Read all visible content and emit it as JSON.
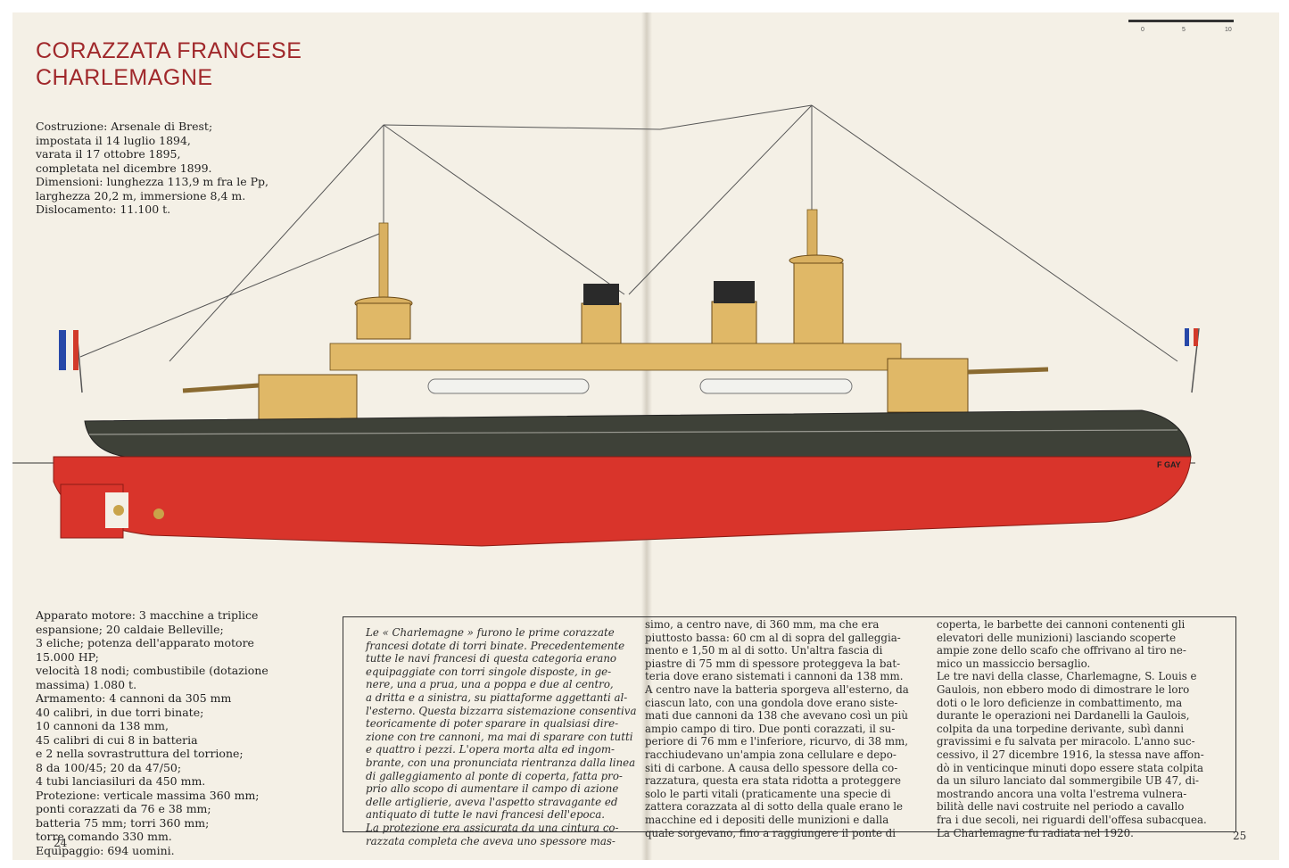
{
  "title": {
    "line1": "CORAZZATA FRANCESE",
    "line2": "CHARLEMAGNE"
  },
  "scale": {
    "ticks": [
      "0",
      "5",
      "10"
    ]
  },
  "credit": "F GAY",
  "specs": [
    "Costruzione: Arsenale di Brest;",
    "impostata il 14 luglio 1894,",
    "varata il 17 ottobre 1895,",
    "completata nel dicembre 1899.",
    "Dimensioni: lunghezza 113,9 m fra le Pp,",
    "larghezza 20,2 m, immersione 8,4 m.",
    "Dislocamento: 11.100 t."
  ],
  "engine": [
    "Apparato motore: 3 macchine a triplice",
    "espansione; 20 caldaie Belleville;",
    "3 eliche; potenza dell'apparato motore",
    "15.000 HP;",
    "velocità 18 nodi; combustibile (dotazione",
    "massima) 1.080 t.",
    "Armamento: 4 cannoni da 305 mm",
    "40 calibri, in due torri binate;",
    "10 cannoni da 138 mm,",
    "45 calibri di cui 8 in batteria",
    "e 2 nella sovrastruttura del torrione;",
    "8 da 100/45; 20 da 47/50;",
    "4 tubi lanciasiluri da 450 mm.",
    "Protezione: verticale massima 360 mm;",
    "ponti corazzati da 76 e 38 mm;",
    "batteria 75 mm; torri 360 mm;",
    "torre comando 330 mm.",
    "Equipaggio: 694 uomini."
  ],
  "text_col1": [
    "Le « Charlemagne » furono le prime corazzate",
    "francesi dotate di torri binate. Precedentemente",
    "tutte le navi francesi di questa categoria erano",
    "equipaggiate con torri singole disposte, in ge-",
    "nere, una a prua, una a poppa e due al centro,",
    "a dritta e a sinistra, su piattaforme aggettanti al-",
    "l'esterno. Questa bizzarra sistemazione consentiva",
    "teoricamente di poter sparare in qualsiasi dire-",
    "zione con tre cannoni, ma mai di sparare con tutti",
    "e quattro i pezzi. L'opera morta alta ed ingom-",
    "brante, con una pronunciata rientranza dalla linea",
    "di galleggiamento al ponte di coperta, fatta pro-",
    "prio allo scopo di aumentare il campo di azione",
    "delle artiglierie, aveva l'aspetto stravagante ed",
    "antiquato di tutte le navi francesi dell'epoca.",
    "La protezione era assicurata da una cintura co-",
    "razzata completa che aveva uno spessore mas-"
  ],
  "text_col2": [
    "simo, a centro nave, di 360 mm, ma che era",
    "piuttosto bassa: 60 cm al di sopra del galleggia-",
    "mento e 1,50 m al di sotto. Un'altra fascia di",
    "piastre di 75 mm di spessore proteggeva la bat-",
    "teria dove erano sistemati i cannoni da 138 mm.",
    "A centro nave la batteria sporgeva all'esterno, da",
    "ciascun lato, con una gondola dove erano siste-",
    "mati due cannoni da 138 che avevano così un più",
    "ampio campo di tiro. Due ponti corazzati, il su-",
    "periore di 76 mm e l'inferiore, ricurvo, di 38 mm,",
    "racchiudevano un'ampia zona cellulare e depo-",
    "siti di carbone. A causa dello spessore della co-",
    "razzatura, questa era stata ridotta a proteggere",
    "solo le parti vitali (praticamente una specie di",
    "zattera corazzata al di sotto della quale erano le",
    "macchine ed i depositi delle munizioni e dalla",
    "quale sorgevano, fino a raggiungere il ponte di"
  ],
  "text_col3": [
    "coperta, le barbette dei cannoni contenenti gli",
    "elevatori delle munizioni) lasciando scoperte",
    "ampie zone dello scafo che offrivano al tiro ne-",
    "mico un massiccio bersaglio.",
    "Le tre navi della classe, Charlemagne, S. Louis e",
    "Gaulois, non ebbero modo di dimostrare le loro",
    "doti o le loro deficienze in combattimento, ma",
    "durante le operazioni nei Dardanelli la Gaulois,",
    "colpita da una torpedine derivante, subì danni",
    "gravissimi e fu salvata per miracolo. L'anno suc-",
    "cessivo, il 27 dicembre 1916, la stessa nave affon-",
    "dò in venticinque minuti dopo essere stata colpita",
    "da un siluro lanciato dal sommergibile UB 47, di-",
    "mostrando ancora una volta l'estrema vulnera-",
    "bilità delle navi costruite nel periodo a cavallo",
    "fra i due secoli, nei riguardi dell'offesa subacquea.",
    "La Charlemagne fu radiata nel 1920."
  ],
  "page_left": "24",
  "page_right": "25",
  "colors": {
    "title": "#a0282b",
    "hull_red": "#d9342b",
    "hull_black": "#3e4138",
    "superstructure": "#e0b867",
    "paper": "#f4f0e6"
  }
}
